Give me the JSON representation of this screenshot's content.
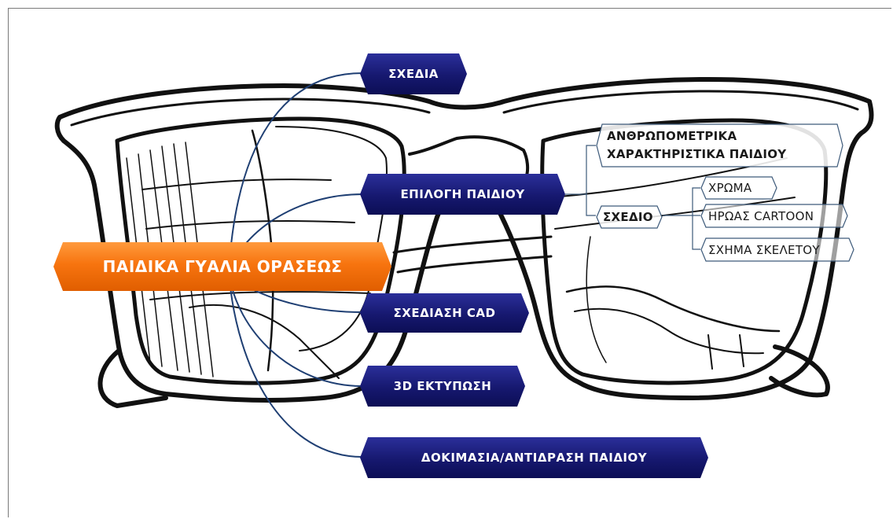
{
  "central_topic": "ΠΑΙΔΙΚΑ ΓΥΑΛΙΑ ΟΡΑΣΕΩΣ",
  "branches": [
    "ΣΧΕΔΙΑ",
    "ΕΠΙΛΟΓΗ ΠΑΙΔΙΟΥ",
    "ΣΧΕΔΙΑΣΗ CAD",
    "3D ΕΚΤΥΠΩΣΗ",
    "ΔΟΚΙΜΑΣΙΑ/ΑΝΤΙΔΡΑΣΗ ΠΑΙΔΙΟΥ"
  ],
  "subtopics": {
    "anthropometric_line1": "ΑΝΘΡΩΠΟΜΕΤΡΙΚΑ",
    "anthropometric_line2": "ΧΑΡΑΚΤΗΡΙΣΤΙΚΑ ΠΑΙΔΙΟΥ",
    "design": "ΣΧΕΔΙΟ",
    "design_children": [
      "ΧΡΩΜΑ",
      "ΗΡΩΑΣ CARTOON",
      "ΣΧΗΜΑ ΣΚΕΛΕΤΟΥ"
    ]
  },
  "colors": {
    "central": "#f7740f",
    "branch": "#16186f",
    "connector": "#1f3f73",
    "subtopic_border": "#3d5a7a"
  }
}
